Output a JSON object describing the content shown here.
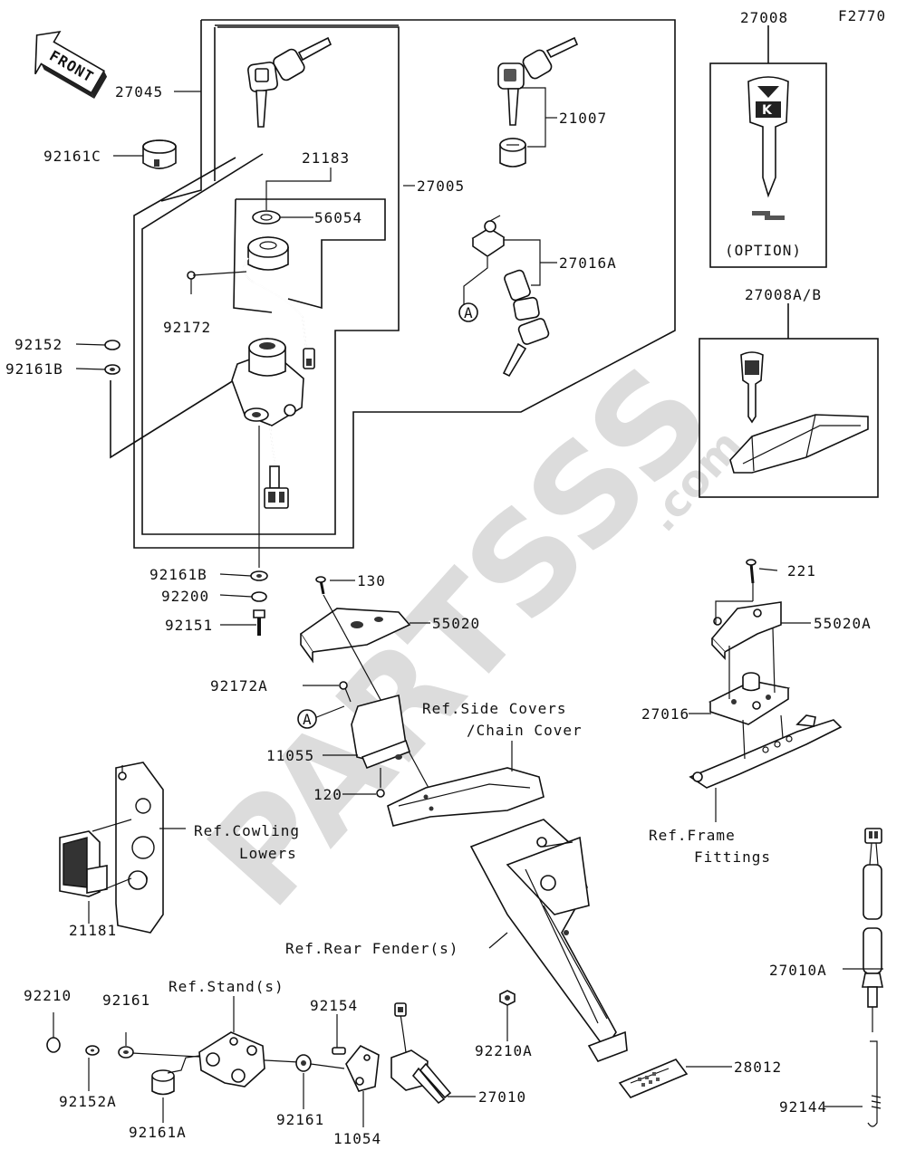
{
  "figure_code": "F2770",
  "watermark": {
    "brand": "PARTSSS",
    "suffix": ".com"
  },
  "front_arrow": "FRONT",
  "callouts": {
    "c27045": "27045",
    "c92161c": "92161C",
    "c21183": "21183",
    "c56054": "56054",
    "c27005": "27005",
    "c21007": "21007",
    "c27016a": "27016A",
    "c92172": "92172",
    "c92152": "92152",
    "c92161b_top": "92161B",
    "c92161b_bot": "92161B",
    "c92200": "92200",
    "c92151": "92151",
    "c130": "130",
    "c55020": "55020",
    "c92172a": "92172A",
    "c11055": "11055",
    "c120": "120",
    "c21181": "21181",
    "c27008": "27008",
    "c27008ab": "27008A/B",
    "c221": "221",
    "c55020a": "55020A",
    "c27016": "27016",
    "c27010a": "27010A",
    "c92144": "92144",
    "c28012": "28012",
    "c92210a": "92210A",
    "c92210": "92210",
    "c92161_a": "92161",
    "c92152a": "92152A",
    "c92161a": "92161A",
    "c92161_b": "92161",
    "c92154": "92154",
    "c11054": "11054",
    "c27010": "27010"
  },
  "option_label": "(OPTION)",
  "marker_a": "A",
  "refs": {
    "side_covers_1": "Ref.Side Covers",
    "side_covers_2": "/Chain Cover",
    "cowling_1": "Ref.Cowling",
    "cowling_2": "Lowers",
    "frame_1": "Ref.Frame",
    "frame_2": "Fittings",
    "rear_fender": "Ref.Rear Fender(s)",
    "stand": "Ref.Stand(s)"
  },
  "logo_letter": "K"
}
